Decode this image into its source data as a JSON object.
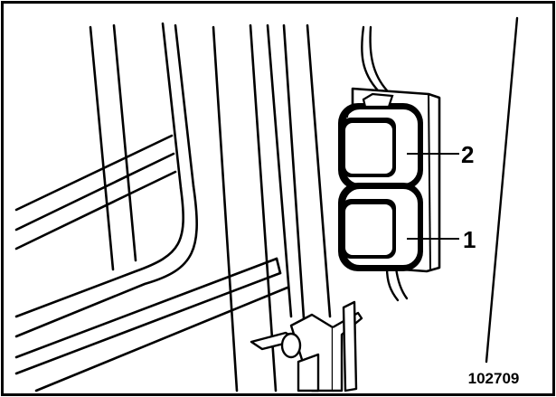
{
  "figure": {
    "reference_number": "102709"
  },
  "callouts": [
    {
      "label": "2"
    },
    {
      "label": "1"
    }
  ],
  "colors": {
    "line": "#000000",
    "background": "#ffffff",
    "switch_face": "#ffffff"
  }
}
